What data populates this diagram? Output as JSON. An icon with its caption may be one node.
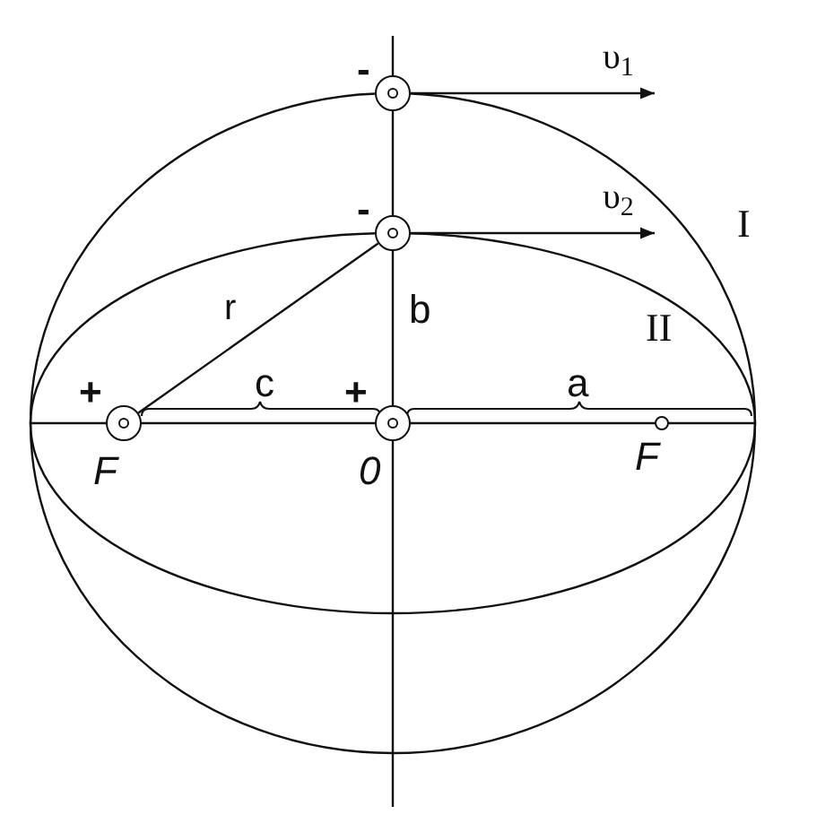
{
  "diagram": {
    "nodes": [
      {
        "text": [],
        "shape": "circle",
        "beside": [
          "-"
        ]
      },
      {
        "text": [],
        "shape": "circle",
        "beside": [
          "-"
        ]
      },
      {
        "text": [],
        "shape": "circle",
        "beside": [
          "+",
          "F"
        ]
      },
      {
        "text": [],
        "shape": "circle",
        "beside": [
          "+",
          "0"
        ]
      },
      {
        "text": [],
        "shape": "circle",
        "beside": [
          "F"
        ]
      }
    ],
    "edges": [
      {
        "from": 0,
        "to": null,
        "arrow": "to",
        "label": "υ$_{1}$"
      },
      {
        "from": 1,
        "to": null,
        "arrow": "to",
        "label": "υ$_{2}$"
      },
      {
        "from": 2,
        "to": 1,
        "arrow": "none",
        "label": "r"
      }
    ],
    "labels": [
      "I",
      "b",
      "II",
      "c",
      "a"
    ]
  }
}
